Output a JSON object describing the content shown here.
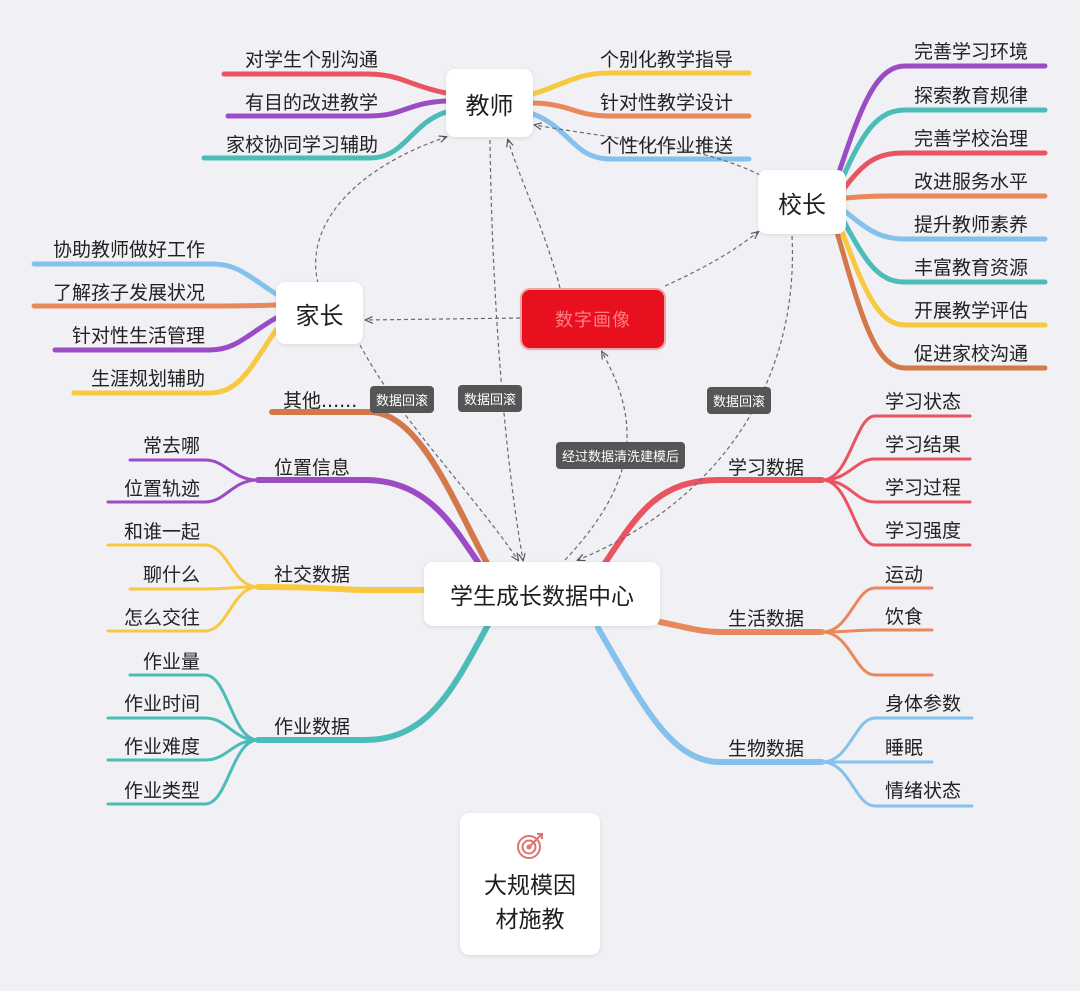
{
  "center": "学生成长数据中心",
  "red_node": "数字画像",
  "roles": {
    "teacher": {
      "title": "教师",
      "left": [
        "对学生个别沟通",
        "有目的改进教学",
        "家校协同学习辅助"
      ],
      "right": [
        "个别化教学指导",
        "针对性教学设计",
        "个性化作业推送"
      ]
    },
    "principal": {
      "title": "校长",
      "items": [
        "完善学习环境",
        "探索教育规律",
        "完善学校治理",
        "改进服务水平",
        "提升教师素养",
        "丰富教育资源",
        "开展教学评估",
        "促进家校沟通"
      ]
    },
    "parent": {
      "title": "家长",
      "items": [
        "协助教师做好工作",
        "了解孩子发展状况",
        "针对性生活管理",
        "生涯规划辅助"
      ]
    }
  },
  "tags": {
    "feedback_left": "数据回滚",
    "feedback_mid": "数据回滚",
    "feedback_right": "数据回滚",
    "modeling": "经过数据清洗建模后"
  },
  "categories": {
    "other": {
      "label": "其他......"
    },
    "location": {
      "label": "位置信息",
      "items": [
        "常去哪",
        "位置轨迹"
      ]
    },
    "social": {
      "label": "社交数据",
      "items": [
        "和谁一起",
        "聊什么",
        "怎么交往"
      ]
    },
    "homework": {
      "label": "作业数据",
      "items": [
        "作业量",
        "作业时间",
        "作业难度",
        "作业类型"
      ]
    },
    "learning": {
      "label": "学习数据",
      "items": [
        "学习状态",
        "学习结果",
        "学习过程",
        "学习强度"
      ]
    },
    "life": {
      "label": "生活数据",
      "items": [
        "运动",
        "饮食"
      ]
    },
    "bio": {
      "label": "生物数据",
      "items": [
        "身体参数",
        "睡眠",
        "情绪状态"
      ]
    }
  },
  "bottom_node": {
    "line1": "大规模因",
    "line2": "材施教",
    "icon": "target-icon"
  },
  "colors": {
    "background": "#f1f0f4",
    "red": "#e8101e",
    "branch_red": "#e8545f",
    "branch_purple": "#9b4cc4",
    "branch_teal": "#4bbcb8",
    "branch_yellow": "#f7c93f",
    "branch_orange": "#e9885a",
    "branch_blue": "#84c1ec",
    "branch_brown": "#d27849"
  }
}
